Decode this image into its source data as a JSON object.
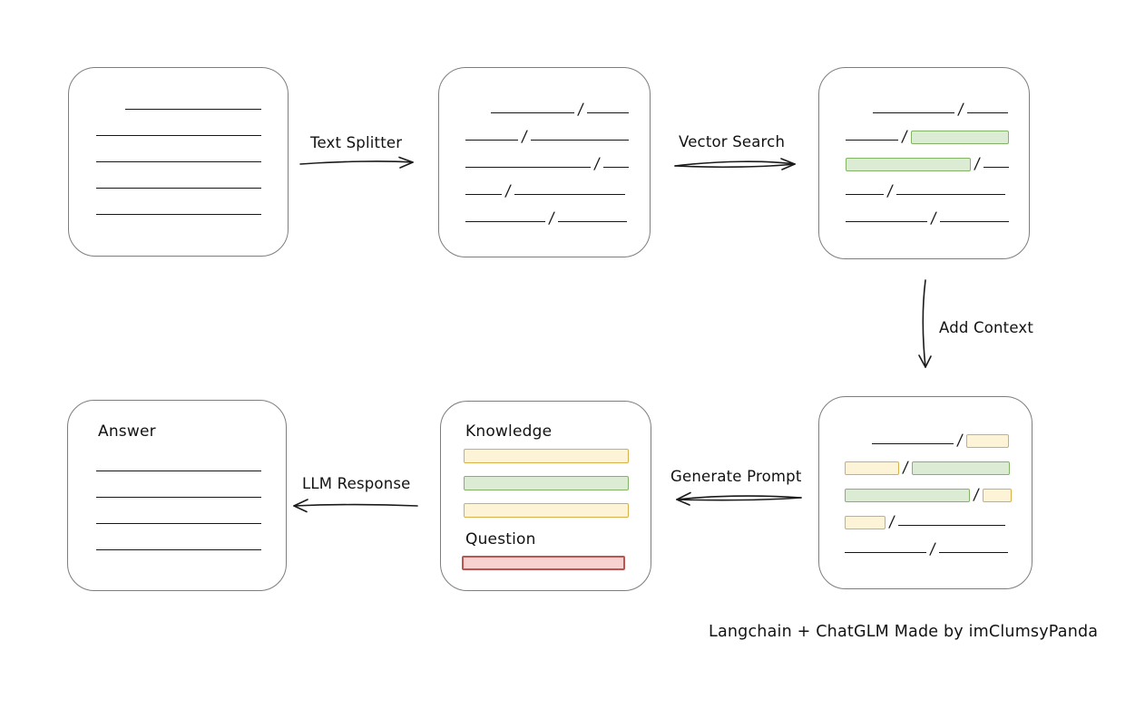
{
  "caption": "Langchain + ChatGLM Made by imClumsyPanda",
  "colors": {
    "ink": "#161616",
    "box_border": "#7e7e7e",
    "green_fill": "#dcebd4",
    "green_border": "#83b465",
    "yellow_fill": "#fdf3d6",
    "yellow_border": "#d7b04a",
    "red_fill": "#f7d2d0",
    "red_border": "#bb5551"
  },
  "arrows": {
    "text_splitter": {
      "label": "Text Splitter",
      "direction": "right"
    },
    "vector_search": {
      "label": "Vector Search",
      "direction": "right"
    },
    "add_context": {
      "label": "Add Context",
      "direction": "down"
    },
    "generate_prompt": {
      "label": "Generate Prompt",
      "direction": "left"
    },
    "llm_response": {
      "label": "LLM Response",
      "direction": "left"
    }
  },
  "boxes": {
    "source_document": {
      "lines": [
        {
          "w": 150,
          "ind": 32
        },
        {
          "w": 182
        },
        {
          "w": 182
        },
        {
          "w": 182
        },
        {
          "w": 182
        }
      ]
    },
    "split_chunks": {
      "rows": [
        [
          {
            "t": "ln",
            "w": 92,
            "ind": 28
          },
          {
            "t": "sl"
          },
          {
            "t": "ln",
            "w": 46
          }
        ],
        [
          {
            "t": "ln",
            "w": 58
          },
          {
            "t": "sl"
          },
          {
            "t": "ln",
            "w": 108
          }
        ],
        [
          {
            "t": "ln",
            "w": 138
          },
          {
            "t": "sl"
          },
          {
            "t": "ln",
            "w": 28
          }
        ],
        [
          {
            "t": "ln",
            "w": 40
          },
          {
            "t": "sl"
          },
          {
            "t": "ln",
            "w": 122
          }
        ],
        [
          {
            "t": "ln",
            "w": 88
          },
          {
            "t": "sl"
          },
          {
            "t": "ln",
            "w": 76
          }
        ]
      ]
    },
    "vector_matched_chunks": {
      "rows": [
        [
          {
            "t": "ln",
            "w": 90,
            "ind": 30
          },
          {
            "t": "sl"
          },
          {
            "t": "ln",
            "w": 45
          }
        ],
        [
          {
            "t": "ln",
            "w": 58
          },
          {
            "t": "sl"
          },
          {
            "t": "gr",
            "w": 108
          }
        ],
        [
          {
            "t": "gr",
            "w": 138
          },
          {
            "t": "sl"
          },
          {
            "t": "ln",
            "w": 28
          }
        ],
        [
          {
            "t": "ln",
            "w": 42
          },
          {
            "t": "sl"
          },
          {
            "t": "ln",
            "w": 120
          }
        ],
        [
          {
            "t": "ln",
            "w": 90
          },
          {
            "t": "sl"
          },
          {
            "t": "ln",
            "w": 76
          }
        ]
      ]
    },
    "context_chunks": {
      "rows": [
        [
          {
            "t": "ln",
            "w": 90,
            "ind": 30
          },
          {
            "t": "sl"
          },
          {
            "t": "ye",
            "w": 47
          }
        ],
        [
          {
            "t": "ye",
            "w": 60
          },
          {
            "t": "sl"
          },
          {
            "t": "gr",
            "w": 108
          }
        ],
        [
          {
            "t": "gr",
            "w": 138
          },
          {
            "t": "sl"
          },
          {
            "t": "ye",
            "w": 32
          }
        ],
        [
          {
            "t": "ye",
            "w": 45
          },
          {
            "t": "sl"
          },
          {
            "t": "ln",
            "w": 118
          }
        ],
        [
          {
            "t": "ln",
            "w": 90
          },
          {
            "t": "sl"
          },
          {
            "t": "ln",
            "w": 76
          }
        ]
      ]
    },
    "prompt": {
      "knowledge_label": "Knowledge",
      "question_label": "Question",
      "knowledge_bars": [
        "yellow",
        "green",
        "yellow"
      ],
      "question_bars": [
        "red"
      ]
    },
    "answer": {
      "label": "Answer",
      "lines": [
        {
          "w": 182
        },
        {
          "w": 182
        },
        {
          "w": 182
        },
        {
          "w": 182
        }
      ]
    }
  }
}
